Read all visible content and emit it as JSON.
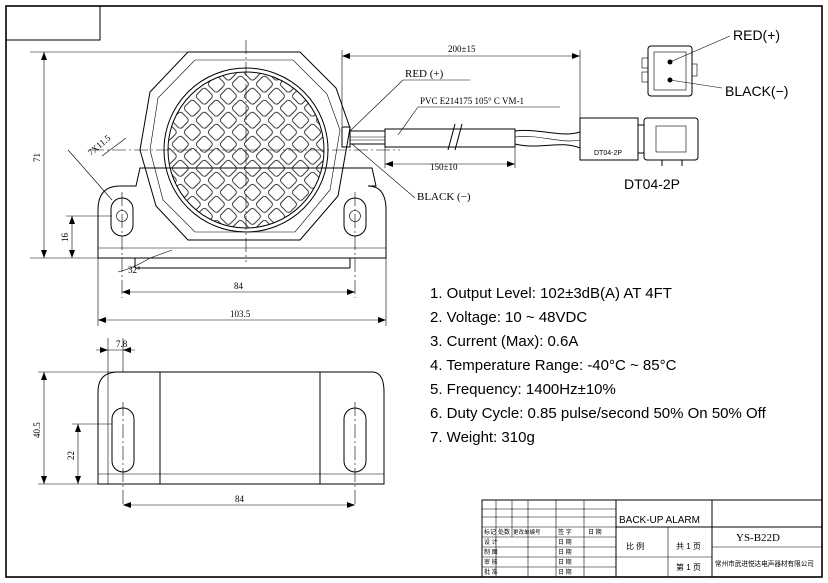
{
  "top_view": {
    "dims": {
      "cable_length": "200±15",
      "sleeve_length": "150±10",
      "height": "71",
      "slot_height": "16",
      "slot_size": "7X11.5",
      "angle": "32°",
      "hole_spacing": "84",
      "overall_width": "103.5"
    },
    "wire_red": "RED (+)",
    "wire_black": "BLACK (−)",
    "cable_spec": "PVC E214175 105° C VM-1",
    "connector_tag": "DT04-2P"
  },
  "connector_view": {
    "label": "DT04-2P",
    "pin_red": "RED(+)",
    "pin_black": "BLACK(−)"
  },
  "side_view": {
    "dims": {
      "edge_offset": "7.8",
      "height": "40.5",
      "slot_height": "22",
      "hole_spacing": "84"
    }
  },
  "specs": [
    "1. Output Level: 102±3dB(A) AT 4FT",
    "2. Voltage: 10 ~ 48VDC",
    "3. Current (Max): 0.6A",
    "4. Temperature Range: -40°C ~  85°C",
    "5. Frequency: 1400Hz±10%",
    "6. Duty Cycle: 0.85 pulse/second 50% On 50% Off",
    "7. Weight: 310g"
  ],
  "title_block": {
    "product": "BACK-UP ALARM",
    "part_no": "YS-B22D",
    "company": "常州市武进悦达电声器材有限公司",
    "scale_label": "比  例",
    "sheets_total": "共 1 页",
    "sheet_no": "第 1 页",
    "rev_headers": [
      "标记",
      "处数",
      "更改单编号",
      "签  字",
      "日  期"
    ],
    "roles": [
      "设  计",
      "制  图",
      "审  核",
      "批  准"
    ],
    "date_label": "日  期"
  }
}
